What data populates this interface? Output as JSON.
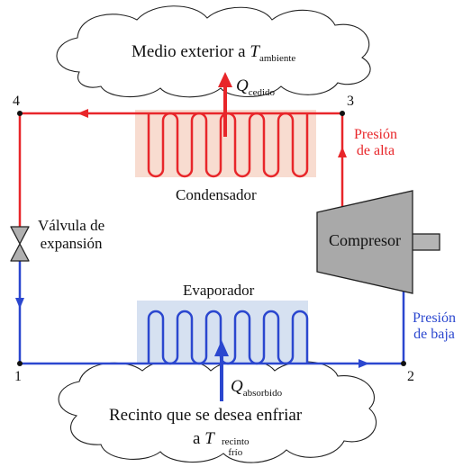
{
  "colors": {
    "high_pressure": "#e8262a",
    "low_pressure": "#2b47cf",
    "condenser_bg": "#f8dcd0",
    "evaporator_bg": "#d6e1f1",
    "compressor_fill": "#a9a9a9",
    "valve_fill": "#b0b0b0"
  },
  "top_cloud": {
    "text_prefix": "Medio exterior a ",
    "var": "T",
    "sub": "ambiente"
  },
  "q_out": {
    "var": "Q",
    "sub": "cedido"
  },
  "condenser_label": "Condensador",
  "pressure_high": {
    "line1": "Presión",
    "line2": "de alta"
  },
  "valve_label": {
    "line1": "Válvula de",
    "line2": "expansión"
  },
  "compressor_label": "Compresor",
  "evaporator_label": "Evaporador",
  "pressure_low": {
    "line1": "Presión",
    "line2": "de baja"
  },
  "q_in": {
    "var": "Q",
    "sub": "absorbido"
  },
  "bottom_cloud": {
    "line1": "Recinto que se desea enfriar",
    "line2_prefix": "a ",
    "var": "T",
    "sub_line1": "recinto",
    "sub_line2": "frío"
  },
  "nodes": {
    "n1": "1",
    "n2": "2",
    "n3": "3",
    "n4": "4"
  }
}
